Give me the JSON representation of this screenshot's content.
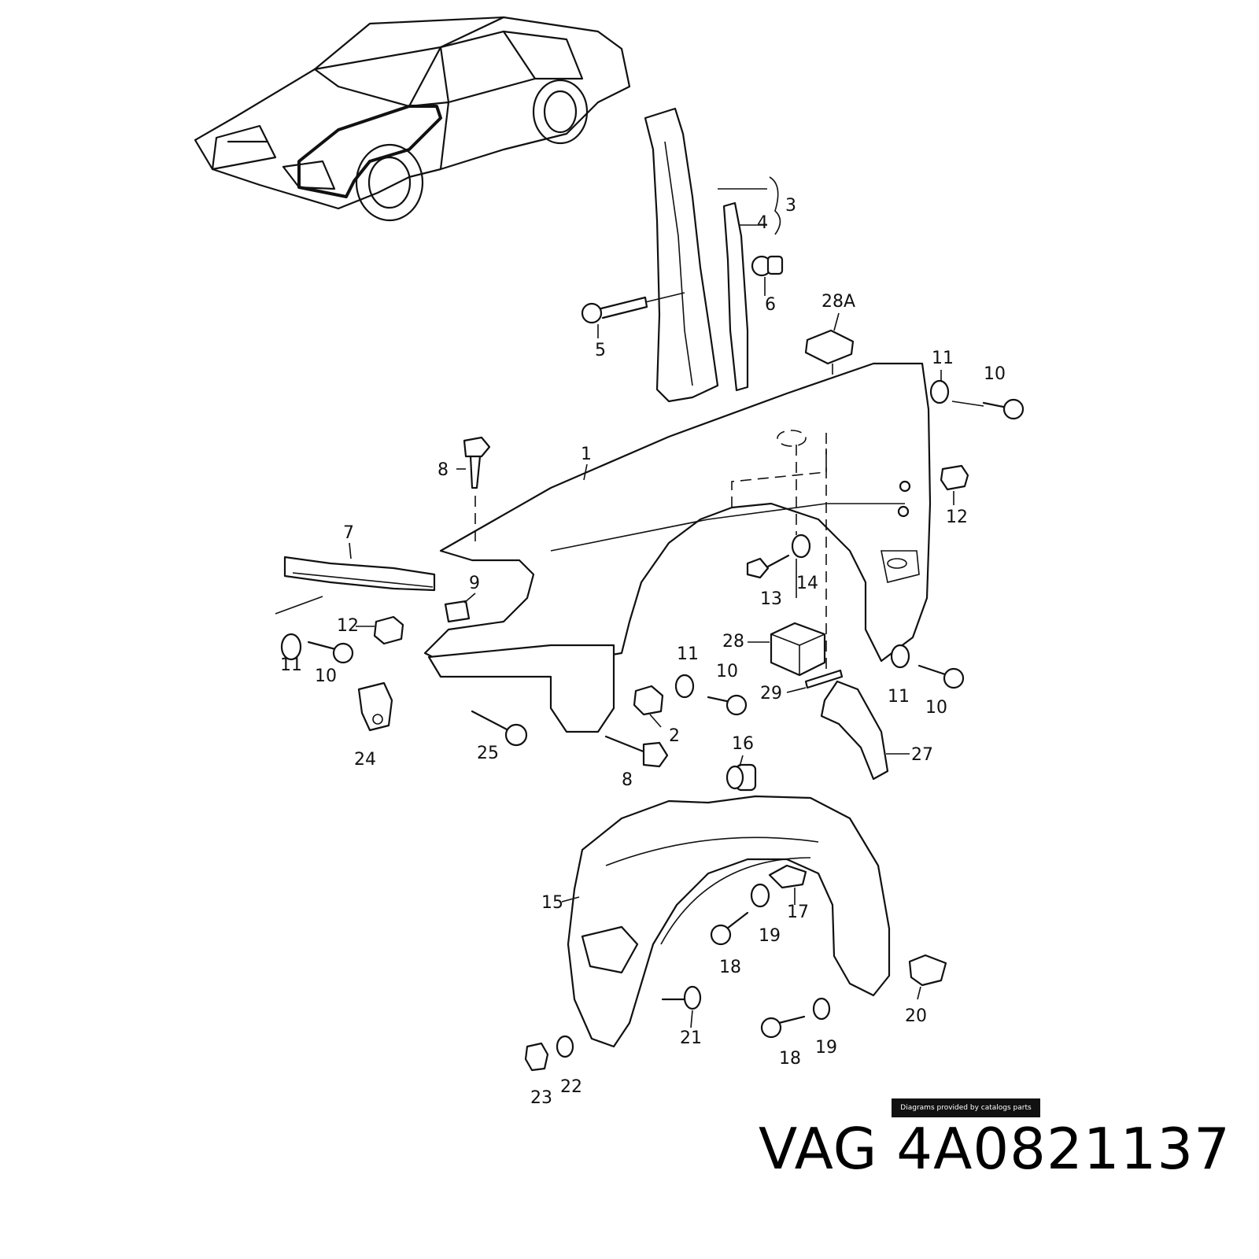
{
  "diagram": {
    "callouts": [
      {
        "id": "c3",
        "text": "3"
      },
      {
        "id": "c4",
        "text": "4"
      },
      {
        "id": "c6",
        "text": "6"
      },
      {
        "id": "c5",
        "text": "5"
      },
      {
        "id": "c28a",
        "text": "28A"
      },
      {
        "id": "c11a",
        "text": "11"
      },
      {
        "id": "c10a",
        "text": "10"
      },
      {
        "id": "c8a",
        "text": "8"
      },
      {
        "id": "c1",
        "text": "1"
      },
      {
        "id": "c12a",
        "text": "12"
      },
      {
        "id": "c7",
        "text": "7"
      },
      {
        "id": "c9",
        "text": "9"
      },
      {
        "id": "c13",
        "text": "13"
      },
      {
        "id": "c14",
        "text": "14"
      },
      {
        "id": "c12b",
        "text": "12"
      },
      {
        "id": "c11b",
        "text": "11"
      },
      {
        "id": "c10b",
        "text": "10"
      },
      {
        "id": "c28",
        "text": "28"
      },
      {
        "id": "c11c",
        "text": "11"
      },
      {
        "id": "c10c",
        "text": "10"
      },
      {
        "id": "c11d",
        "text": "11"
      },
      {
        "id": "c10d",
        "text": "10"
      },
      {
        "id": "c29",
        "text": "29"
      },
      {
        "id": "c2",
        "text": "2"
      },
      {
        "id": "c24",
        "text": "24"
      },
      {
        "id": "c25",
        "text": "25"
      },
      {
        "id": "c8b",
        "text": "8"
      },
      {
        "id": "c27",
        "text": "27"
      },
      {
        "id": "c16",
        "text": "16"
      },
      {
        "id": "c15",
        "text": "15"
      },
      {
        "id": "c17",
        "text": "17"
      },
      {
        "id": "c19a",
        "text": "19"
      },
      {
        "id": "c18a",
        "text": "18"
      },
      {
        "id": "c20",
        "text": "20"
      },
      {
        "id": "c21",
        "text": "21"
      },
      {
        "id": "c18b",
        "text": "18"
      },
      {
        "id": "c19b",
        "text": "19"
      },
      {
        "id": "c22",
        "text": "22"
      },
      {
        "id": "c23",
        "text": "23"
      }
    ],
    "credit": "Diagrams provided by catalogs parts",
    "caption": "VAG 4A0821137"
  }
}
